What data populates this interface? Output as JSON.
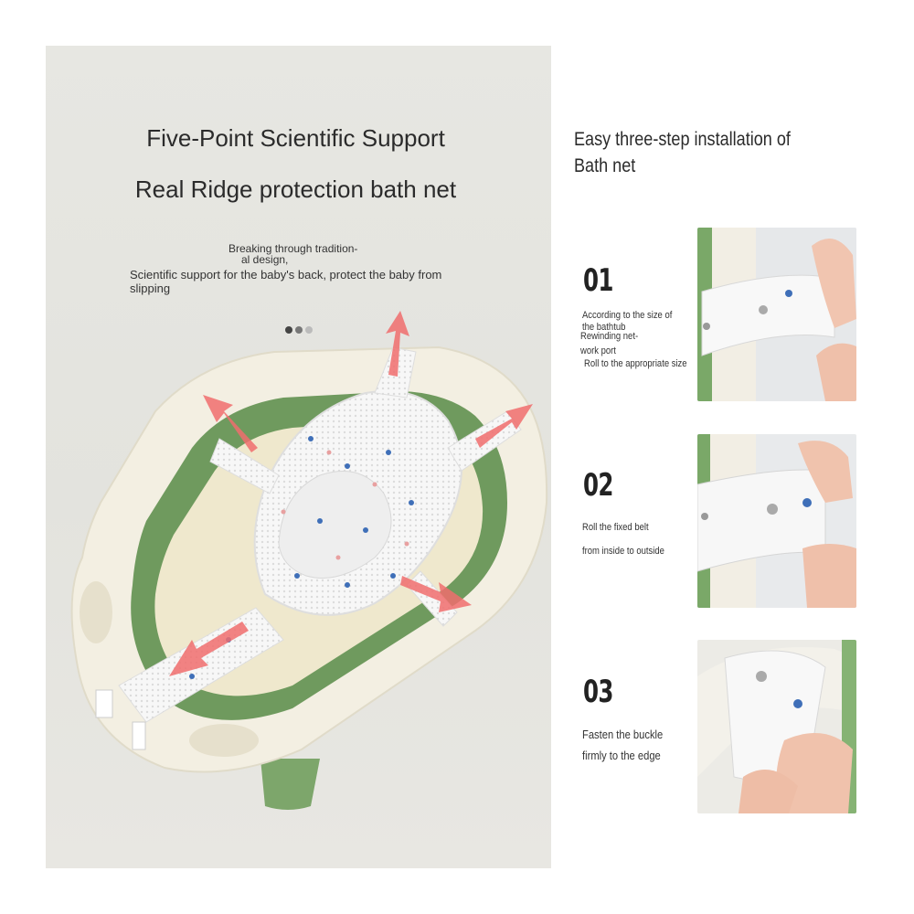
{
  "left_panel": {
    "headline_1": "Five-Point Scientific Support",
    "headline_2": "Real Ridge protection bath net",
    "sub_small_1": "Breaking through tradition-",
    "sub_small_2": "al design,",
    "sub_main_1": "Scientific support for the baby's back, protect the baby from",
    "sub_main_2": "slipping",
    "colors": {
      "background": "#e5e5e0",
      "tub": "#f3efe2",
      "tub_inner": "#6f9a5e",
      "arrow": "#f06d6d"
    }
  },
  "right_panel": {
    "title_line_1": "Easy three-step installation of",
    "title_line_2": "Bath net",
    "steps": [
      {
        "number": "01",
        "lines": [
          "According to the size of",
          "the bathtub",
          "Rewinding net-",
          "work port",
          "Roll to the appropriate size"
        ]
      },
      {
        "number": "02",
        "lines": [
          "Roll the fixed belt",
          "from inside to outside"
        ]
      },
      {
        "number": "03",
        "lines": [
          "Fasten the buckle",
          "firmly to the edge"
        ]
      }
    ]
  }
}
